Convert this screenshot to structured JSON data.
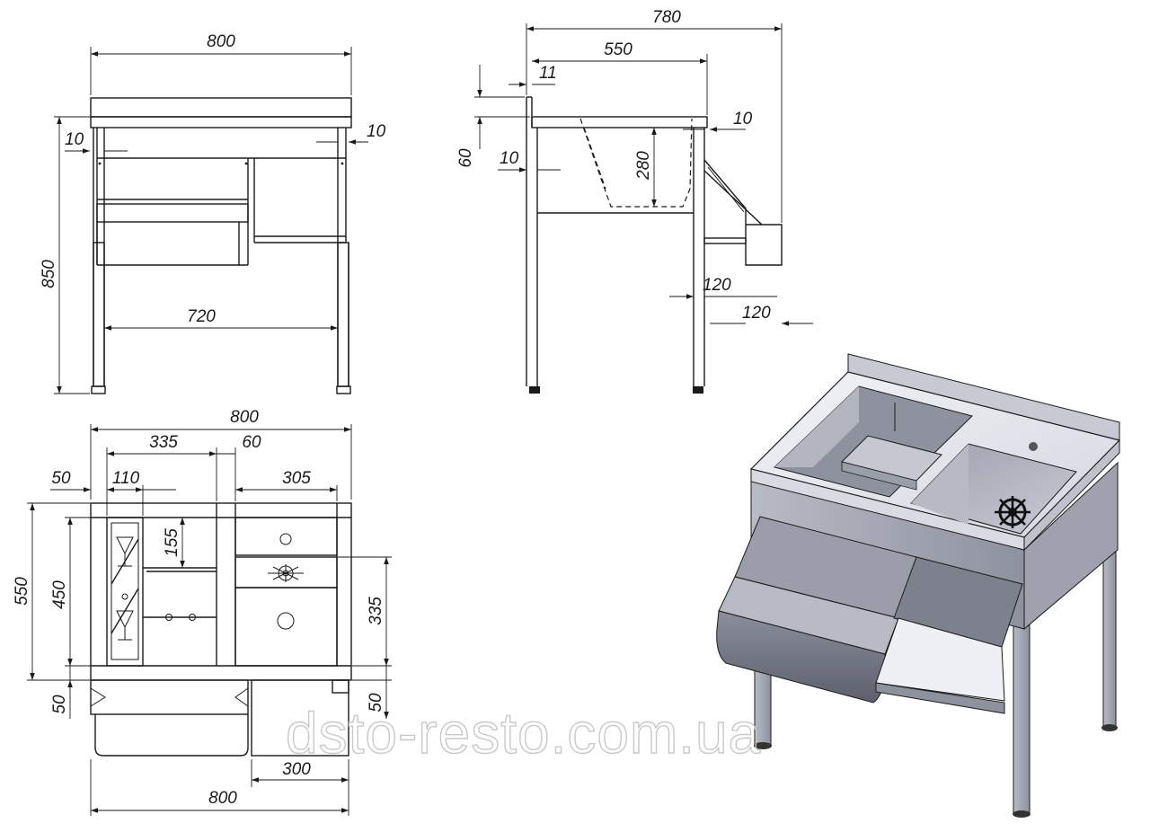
{
  "front_view": {
    "width": "800",
    "height": "850",
    "inner_width": "720",
    "edge_left": "10",
    "edge_right": "10"
  },
  "side_view": {
    "depth_total": "780",
    "depth_top": "550",
    "backsplash": "11",
    "height_60": "60",
    "wall": "10",
    "edge": "10",
    "bowl_depth": "280",
    "shelf_a": "120",
    "shelf_b": "120"
  },
  "plan_view": {
    "width_top": "800",
    "width_bottom": "800",
    "left_block": "335",
    "gap": "60",
    "right_block": "305",
    "margin": "50",
    "bottle_rack": "110",
    "divider": "155",
    "depth": "550",
    "inner_depth": "450",
    "right_depth": "335",
    "lower_left": "50",
    "lower_right": "50",
    "shelf": "300"
  },
  "watermark": "dsto-resto.com.ua",
  "colors": {
    "line": "#1a1a1a",
    "steel_light": "#e4e6ee",
    "steel_mid": "#a9acb8",
    "steel_dark": "#6f7280",
    "watermark": "#c9c9c9"
  }
}
